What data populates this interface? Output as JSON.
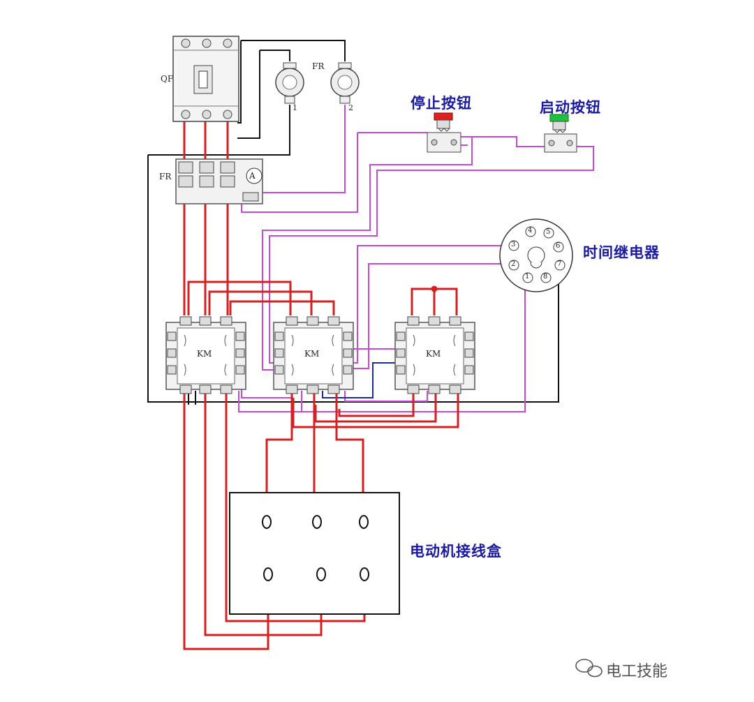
{
  "labels": {
    "stop_button": "停止按钮",
    "start_button": "启动按钮",
    "time_relay": "时间继电器",
    "motor_box": "电动机接线盒",
    "qf": "QF",
    "fr_top": "FR",
    "fr_side": "FR",
    "km1": "KM",
    "km2": "KM",
    "km3": "KM",
    "ammeter": "A",
    "ct1_num": "1",
    "ct2_num": "2"
  },
  "relay_pins": [
    "1",
    "2",
    "3",
    "4",
    "5",
    "6",
    "7",
    "8"
  ],
  "watermark": "电工技能",
  "colors": {
    "power_wire": "#d42020",
    "control_wire": "#c848d8",
    "neutral_wire": "#111111",
    "blue_wire": "#1a2ab0",
    "label": "#1a1aa0",
    "stop_cap": "#e02020",
    "start_cap": "#20c040"
  },
  "icons": {
    "breaker": "circuit-breaker-icon",
    "current_transformer": "current-transformer-icon",
    "stop_button": "stop-pushbutton-icon",
    "start_button": "start-pushbutton-icon",
    "relay": "time-relay-socket-icon",
    "contactor": "contactor-icon",
    "overload": "thermal-overload-relay-icon",
    "wechat": "wechat-icon"
  }
}
